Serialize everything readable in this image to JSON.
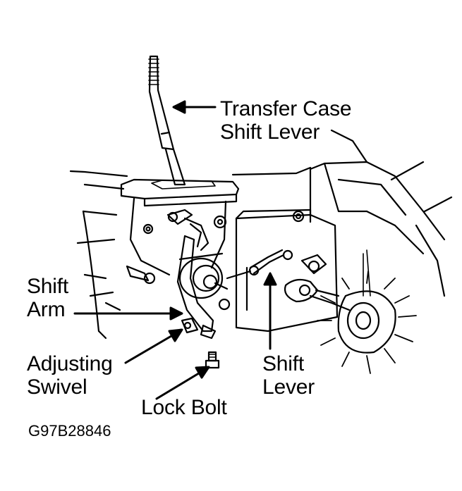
{
  "labels": {
    "transfer_case_shift_lever": [
      "Transfer Case",
      "Shift Lever"
    ],
    "shift_arm": [
      "Shift",
      "Arm"
    ],
    "adjusting_swivel": [
      "Adjusting",
      "Swivel"
    ],
    "shift_lever": [
      "Shift",
      "Lever"
    ],
    "lock_bolt": "Lock Bolt"
  },
  "figure_code": "G97B28846",
  "colors": {
    "ink": "#000000",
    "background": "#ffffff"
  }
}
